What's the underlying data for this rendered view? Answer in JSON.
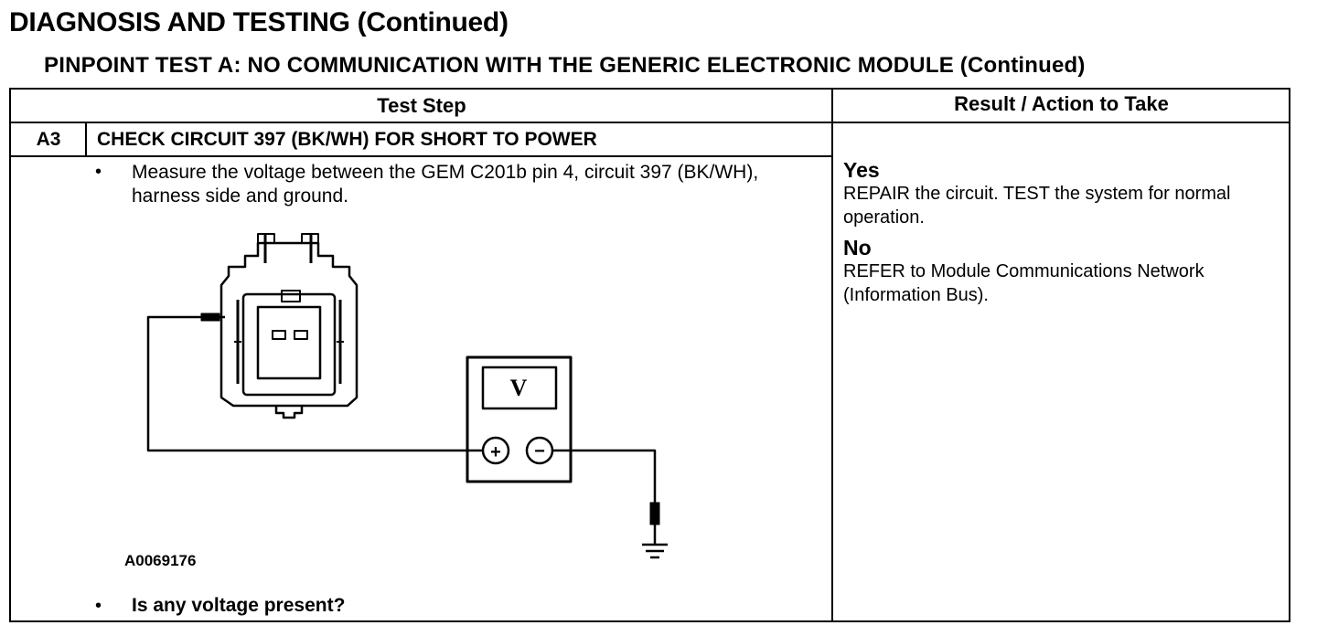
{
  "page": {
    "title": "DIAGNOSIS AND TESTING (Continued)",
    "subtitle": "PINPOINT TEST  A: NO COMMUNICATION WITH THE GENERIC ELECTRONIC MODULE (Continued)"
  },
  "table": {
    "header_left": "Test Step",
    "header_right": "Result / Action to Take",
    "step": {
      "id": "A3",
      "title": "CHECK CIRCUIT 397 (BK/WH) FOR SHORT TO POWER",
      "bullet_symbol": "•",
      "instruction": "Measure the voltage between the GEM C201b pin 4, circuit 397 (BK/WH), harness side and ground.",
      "figure_id": "A0069176",
      "question": "Is any voltage present?"
    },
    "results": [
      {
        "answer": "Yes",
        "action": "REPAIR the circuit. TEST the system for normal operation."
      },
      {
        "answer": "No",
        "action": "REFER to Module Communications Network (Information Bus)."
      }
    ]
  },
  "diagram": {
    "meter_display": "V",
    "plus_symbol": "+",
    "minus_symbol": "−"
  }
}
